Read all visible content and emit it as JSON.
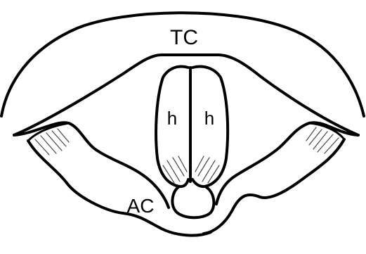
{
  "diagram": {
    "labels": {
      "tc": "TC",
      "h_left": "h",
      "h_right": "h",
      "ac": "AC"
    },
    "colors": {
      "line": "#000000",
      "hatch": "#444444",
      "background": "#ffffff"
    }
  }
}
